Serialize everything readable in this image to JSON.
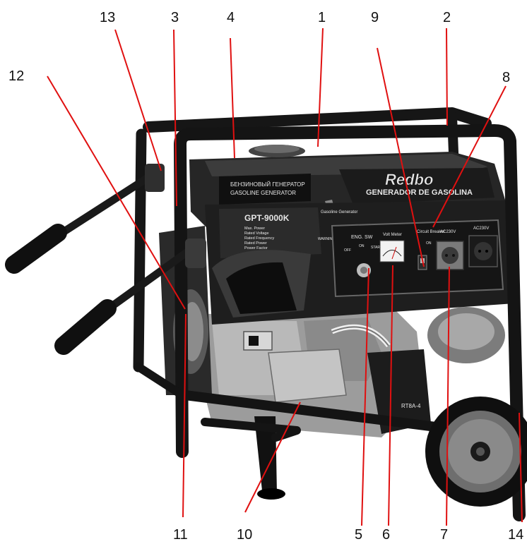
{
  "callouts": {
    "n1": "1",
    "n2": "2",
    "n3": "3",
    "n4": "4",
    "n5": "5",
    "n6": "6",
    "n7": "7",
    "n8": "8",
    "n9": "9",
    "n10": "10",
    "n11": "11",
    "n12": "12",
    "n13": "13",
    "n14": "14"
  },
  "generator": {
    "label_ru": "БЕНЗИНОВЫЙ ГЕНЕРАТОР",
    "label_en": "GASOLINE GENERATOR",
    "brand": "Redbo",
    "brand_subtitle": "GENERADOR DE GASOLINA",
    "model": "GPT-9000K",
    "spec_title": "Gasoline Generator",
    "spec_rows": [
      "Max. Power",
      "Rated Voltage",
      "Rated Frequency",
      "Rated Power",
      "Power Factor"
    ],
    "warning": "WARNING",
    "panel": {
      "eng_sw": "ENG. SW",
      "off": "OFF",
      "on": "ON",
      "start": "START",
      "volt_meter": "Volt Meter",
      "circuit_breaker": "Circuit Breaker",
      "cb_on": "ON",
      "socket_1": "AC230V",
      "socket_2": "AC230V"
    },
    "regulator_label": "RT8A-4"
  },
  "colors": {
    "frame": "#151515",
    "body": "#2a2a2a",
    "engine": "#9a9a9a",
    "leader_line": "#e01010"
  }
}
